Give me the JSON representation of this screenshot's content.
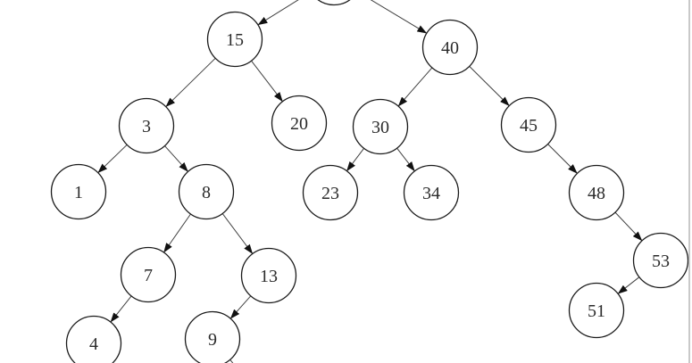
{
  "diagram": {
    "type": "binary-search-tree",
    "nodes": [
      {
        "id": "root",
        "label": ""
      },
      {
        "id": "n15",
        "label": "15"
      },
      {
        "id": "n40",
        "label": "40"
      },
      {
        "id": "n3",
        "label": "3"
      },
      {
        "id": "n20",
        "label": "20"
      },
      {
        "id": "n30",
        "label": "30"
      },
      {
        "id": "n45",
        "label": "45"
      },
      {
        "id": "n1",
        "label": "1"
      },
      {
        "id": "n8",
        "label": "8"
      },
      {
        "id": "n23",
        "label": "23"
      },
      {
        "id": "n34",
        "label": "34"
      },
      {
        "id": "n48",
        "label": "48"
      },
      {
        "id": "n7",
        "label": "7"
      },
      {
        "id": "n13",
        "label": "13"
      },
      {
        "id": "n53",
        "label": "53"
      },
      {
        "id": "n4",
        "label": "4"
      },
      {
        "id": "n9",
        "label": "9"
      },
      {
        "id": "n51",
        "label": "51"
      }
    ],
    "edges": [
      {
        "from": "root",
        "to": "n15",
        "side": "left"
      },
      {
        "from": "root",
        "to": "n40",
        "side": "right"
      },
      {
        "from": "n15",
        "to": "n3",
        "side": "left"
      },
      {
        "from": "n15",
        "to": "n20",
        "side": "right"
      },
      {
        "from": "n40",
        "to": "n30",
        "side": "left"
      },
      {
        "from": "n40",
        "to": "n45",
        "side": "right"
      },
      {
        "from": "n3",
        "to": "n1",
        "side": "left"
      },
      {
        "from": "n3",
        "to": "n8",
        "side": "right"
      },
      {
        "from": "n30",
        "to": "n23",
        "side": "left"
      },
      {
        "from": "n30",
        "to": "n34",
        "side": "right"
      },
      {
        "from": "n45",
        "to": "n48",
        "side": "right"
      },
      {
        "from": "n8",
        "to": "n7",
        "side": "left"
      },
      {
        "from": "n8",
        "to": "n13",
        "side": "right"
      },
      {
        "from": "n48",
        "to": "n53",
        "side": "right"
      },
      {
        "from": "n53",
        "to": "n51",
        "side": "left"
      },
      {
        "from": "n7",
        "to": "n4",
        "side": "left"
      },
      {
        "from": "n13",
        "to": "n9",
        "side": "left"
      },
      {
        "from": "n9",
        "to": null,
        "side": "right"
      }
    ],
    "notes": {
      "root_clipped_top": "root circle partially visible at top edge, value not shown",
      "n9_child_clipped_bottom": "edge from node 9 continues past bottom edge"
    }
  },
  "colors": {
    "background": "#ffffff",
    "node_fill": "#ffffff",
    "node_stroke": "#1a1a1a",
    "edge_line": "#404040",
    "arrowhead": "#111111",
    "label_text": "#2b2b2b",
    "right_border": "#c9c9c9"
  }
}
